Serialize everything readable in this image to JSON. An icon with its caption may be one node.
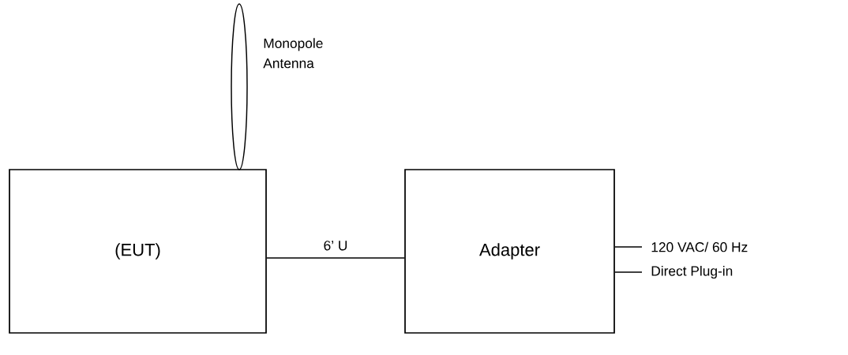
{
  "diagram": {
    "nodes": [
      {
        "text": [
          "(EUT)"
        ]
      },
      {
        "text": [],
        "shape": "ellipse",
        "beside": [
          "Monopole Antenna"
        ]
      },
      {
        "text": [
          "Adapter"
        ]
      },
      {
        "text": [
          "120 VAC/ 60 Hz"
        ]
      },
      {
        "text": [
          "Direct Plug-in"
        ]
      }
    ],
    "edges": [
      {
        "from": 0,
        "to": 2,
        "arrow": "none",
        "label": "6’ U"
      },
      {
        "from": 2,
        "to": 3,
        "arrow": "none"
      },
      {
        "from": 2,
        "to": 4,
        "arrow": "none"
      }
    ]
  }
}
